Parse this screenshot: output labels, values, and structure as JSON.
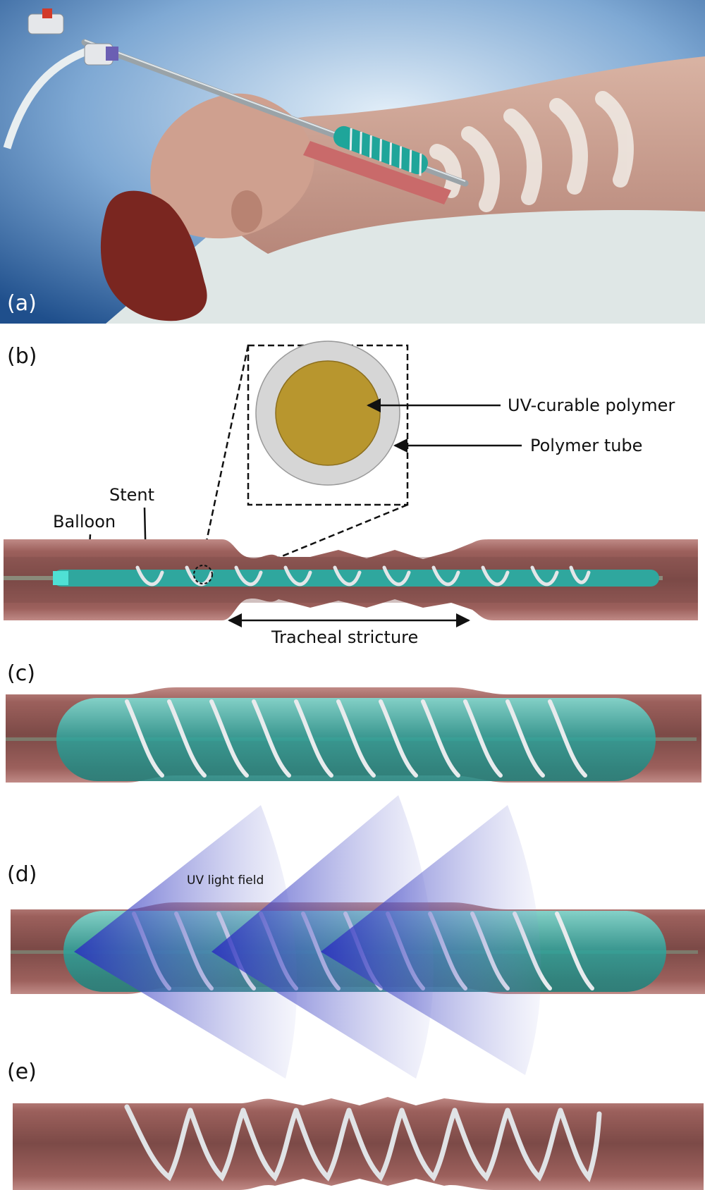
{
  "panels": {
    "a": {
      "letter": "(a)"
    },
    "b": {
      "letter": "(b)",
      "labels": {
        "uv_polymer": "UV-curable polymer",
        "polymer_tube": "Polymer tube",
        "stent": "Stent",
        "balloon": "Balloon",
        "stricture": "Tracheal stricture"
      }
    },
    "c": {
      "letter": "(c)"
    },
    "d": {
      "letter": "(d)",
      "labels": {
        "uv_field": "UV light field"
      }
    },
    "e": {
      "letter": "(e)"
    }
  },
  "colors": {
    "tissue": "#a46a67",
    "tissue_light": "#c38a86",
    "lumen": "#7a4a48",
    "balloon": "#35b5ad",
    "stent": "#d8d8d8",
    "polymer_core": "#b8962e",
    "polymer_ring": "#d6d6d6",
    "uv": "#3b3fc4",
    "sky": "#2f6eb0",
    "skin": "#c79a86"
  }
}
